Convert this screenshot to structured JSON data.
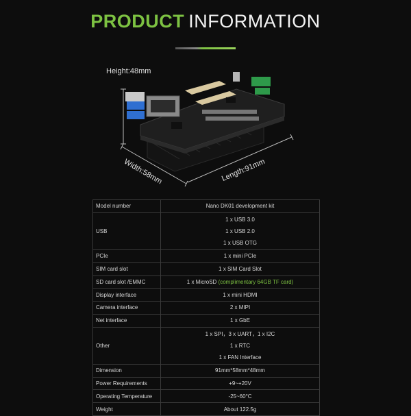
{
  "header": {
    "title_highlight": "PRODUCT",
    "title_rest": "INFORMATION"
  },
  "figure": {
    "height_label": "Height:48mm",
    "width_label": "Width:58mm",
    "length_label": "Length:91mm"
  },
  "specs": [
    {
      "key": "Model number",
      "values": [
        "Nano DK01 development kit"
      ]
    },
    {
      "key": "USB",
      "values": [
        "1 x USB 3.0",
        "1 x USB 2.0",
        "1 x USB OTG"
      ]
    },
    {
      "key": "PCIe",
      "values": [
        "1 x mini PCIe"
      ]
    },
    {
      "key": "SIM card slot",
      "values": [
        "1 x SIM Card Slot"
      ]
    },
    {
      "key": "SD card slot /EMMC",
      "values": [
        "1 x MicroSD"
      ],
      "note": "(complimentary 64GB TF card)"
    },
    {
      "key": "Display interface",
      "values": [
        "1 x mini HDMI"
      ]
    },
    {
      "key": "Camera interface",
      "values": [
        "2 x MIPI"
      ]
    },
    {
      "key": "Net interface",
      "values": [
        "1 x GbE"
      ]
    },
    {
      "key": "Other",
      "values": [
        "1 x SPI，3 x UART，1 x I2C",
        "1 x RTC",
        "1 x FAN Interface"
      ]
    },
    {
      "key": "Dimension",
      "values": [
        "91mm*58mm*48mm"
      ]
    },
    {
      "key": "Power Requirements",
      "values": [
        "+9~+20V"
      ]
    },
    {
      "key": "Operating Temperature",
      "values": [
        "-25~60°C"
      ]
    },
    {
      "key": "Weight",
      "values": [
        "About 122.5g"
      ]
    }
  ],
  "colors": {
    "accent": "#7dc242",
    "background": "#0d0d0d"
  }
}
